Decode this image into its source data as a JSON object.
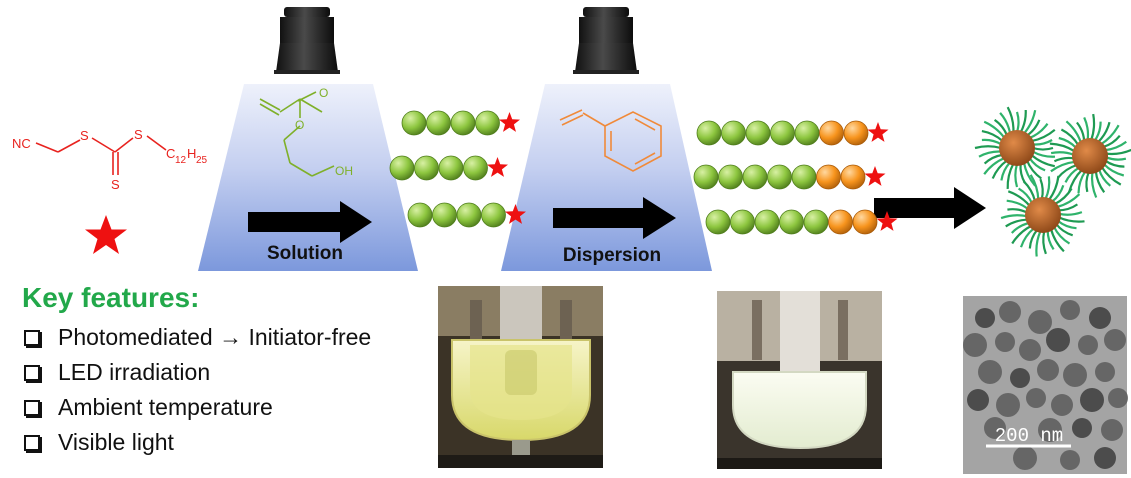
{
  "cta_molecule": {
    "group_left": "NC",
    "atom": "S",
    "chain": "C",
    "chain_sub_a": "12",
    "chain_h": "H",
    "chain_sub_b": "25"
  },
  "monomer_a": {
    "oh_label": "OH",
    "o_label": "O"
  },
  "steps": [
    {
      "label": "Solution"
    },
    {
      "label": "Dispersion"
    }
  ],
  "key_features": {
    "title": "Key features:",
    "items": [
      "Photomediated → Initiator-free",
      "LED irradiation",
      "Ambient temperature",
      "Visible light"
    ]
  },
  "tem": {
    "scale_label": "200 nm"
  },
  "colors": {
    "cta": "#e8231f",
    "star": "#ee1111",
    "green_bead": "#8dc63f",
    "orange_bead": "#f7941d",
    "key_title": "#22a84a",
    "cone_top": "#c7d2f2",
    "cone_bottom": "#6f8fd9",
    "core": "#c0662a",
    "corona": "#2fb36b"
  }
}
